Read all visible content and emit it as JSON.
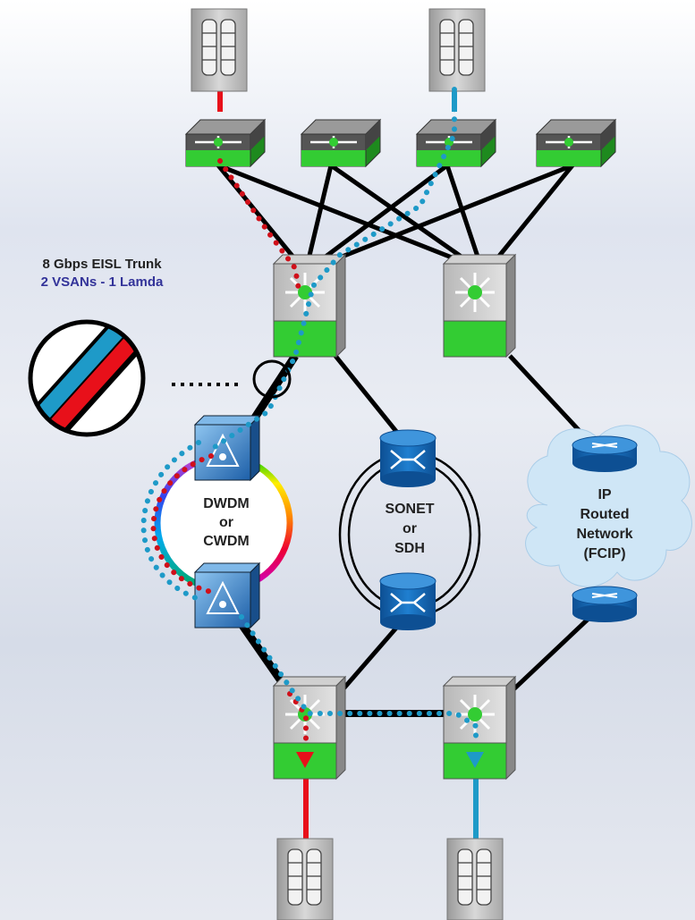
{
  "labels": {
    "trunk_title": "8 Gbps EISL Trunk",
    "trunk_subtitle": "2 VSANs - 1 Lamda",
    "dwdm": [
      "DWDM",
      "or",
      "CWDM"
    ],
    "sonet": [
      "SONET",
      "or",
      "SDH"
    ],
    "ip": [
      "IP",
      "Routed",
      "Network",
      "(FCIP)"
    ]
  },
  "colors": {
    "red_vsan": "#e8101a",
    "blue_vsan": "#1e9ac8",
    "switch_green": "#33cc33",
    "router_blue": "#1565b0",
    "cloud": "#cfe6f6",
    "subtitle": "#333399"
  },
  "icons": {
    "storage": "storage-array-icon",
    "fabric_switch": "fabric-switch-icon",
    "director": "mds-director-icon",
    "dwdm": "optical-mux-icon",
    "router": "router-icon"
  }
}
